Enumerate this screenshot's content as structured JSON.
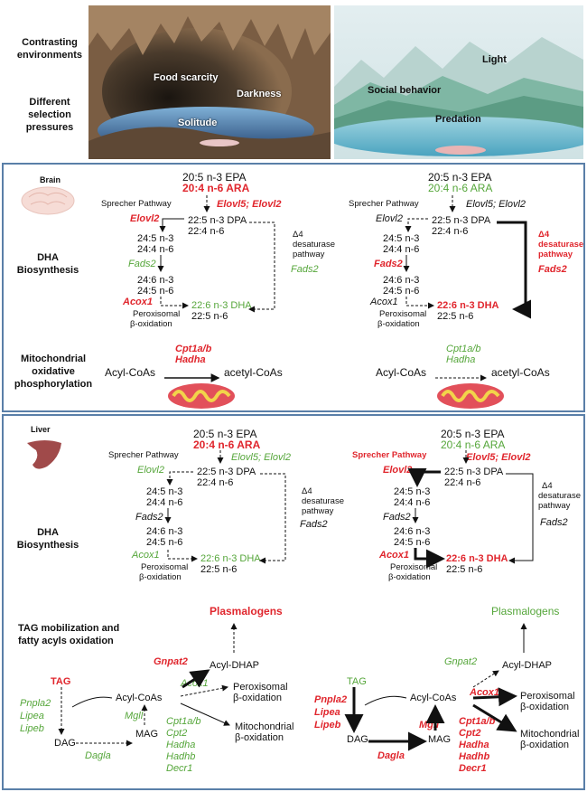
{
  "environments": {
    "row_label_1": "Contrasting environments",
    "row_label_2": "Different selection pressures",
    "cave": {
      "food": "Food scarcity",
      "dark": "Darkness",
      "solitude": "Solitude"
    },
    "surface": {
      "social": "Social behavior",
      "light": "Light",
      "predation": "Predation"
    }
  },
  "brain": {
    "organ": "Brain",
    "row_label": "DHA Biosynthesis",
    "mito_label": "Mitochondrial oxidative phosphorylation",
    "left": {
      "epa": "20:5 n-3 EPA",
      "ara": "20:4 n-6 ARA",
      "sprecher": "Sprecher Pathway",
      "elovl2": "Elovl2",
      "elovl5": "Elovl5; Elovl2",
      "dpa": "22:5 n-3 DPA",
      "dpa6": "22:4 n-6",
      "c24_5": "24:5 n-3",
      "c24_4": "24:4 n-6",
      "fads2_left": "Fads2",
      "c24_6": "24:6 n-3",
      "c24_5b": "24:5 n-6",
      "acox1": "Acox1",
      "perox1": "Peroxisomal",
      "perox2": "β-oxidation",
      "dha": "22:6 n-3 DHA",
      "dha6": "22:5 n-6",
      "d4_1": "Δ4",
      "d4_2": "desaturase",
      "d4_3": "pathway",
      "fads2_right": "Fads2",
      "cpt": "Cpt1a/b",
      "hadha": "Hadha",
      "acyl": "Acyl-CoAs",
      "acetyl": "acetyl-CoAs"
    },
    "right": {
      "epa": "20:5 n-3 EPA",
      "ara": "20:4 n-6 ARA",
      "sprecher": "Sprecher Pathway",
      "elovl2": "Elovl2",
      "elovl5": "Elovl5; Elovl2",
      "dpa": "22:5 n-3 DPA",
      "dpa6": "22:4 n-6",
      "c24_5": "24:5 n-3",
      "c24_4": "24:4 n-6",
      "fads2_left": "Fads2",
      "c24_6": "24:6 n-3",
      "c24_5b": "24:5 n-6",
      "acox1": "Acox1",
      "perox1": "Peroxisomal",
      "perox2": "β-oxidation",
      "dha": "22:6 n-3 DHA",
      "dha6": "22:5 n-6",
      "d4_1": "Δ4",
      "d4_2": "desaturase",
      "d4_3": "pathway",
      "fads2_right": "Fads2",
      "cpt": "Cpt1a/b",
      "hadha": "Hadha",
      "acyl": "Acyl-CoAs",
      "acetyl": "acetyl-CoAs"
    }
  },
  "liver": {
    "organ": "Liver",
    "row_label": "DHA Biosynthesis",
    "tag_label": "TAG mobilization and fatty acyls oxidation",
    "left": {
      "epa": "20:5 n-3 EPA",
      "ara": "20:4 n-6 ARA",
      "sprecher": "Sprecher Pathway",
      "elovl2": "Elovl2",
      "elovl5": "Elovl5; Elovl2",
      "dpa": "22:5 n-3 DPA",
      "dpa6": "22:4 n-6",
      "c24_5": "24:5 n-3",
      "c24_4": "24:4 n-6",
      "fads2_left": "Fads2",
      "c24_6": "24:6 n-3",
      "c24_5b": "24:5 n-6",
      "acox1": "Acox1",
      "perox1": "Peroxisomal",
      "perox2": "β-oxidation",
      "dha": "22:6 n-3 DHA",
      "dha6": "22:5 n-6",
      "d4_1": "Δ4",
      "d4_2": "desaturase",
      "d4_3": "pathway",
      "fads2_right": "Fads2",
      "plasmalogens": "Plasmalogens",
      "gnpat2": "Gnpat2",
      "acyldhap": "Acyl-DHAP",
      "tag": "TAG",
      "acylcoas": "Acyl-CoAs",
      "acox1b": "Acox1",
      "perox_b1": "Peroxisomal",
      "perox_b2": "β-oxidation",
      "pnpla2": "Pnpla2",
      "lipea": "Lipea",
      "lipeb": "Lipeb",
      "mgll": "Mgll",
      "dag": "DAG",
      "mag": "MAG",
      "dagla": "Dagla",
      "cpt1ab": "Cpt1a/b",
      "cpt2": "Cpt2",
      "hadha": "Hadha",
      "hadhb": "Hadhb",
      "decr1": "Decr1",
      "mito1": "Mitochondrial",
      "mito2": "β-oxidation"
    },
    "right": {
      "epa": "20:5 n-3 EPA",
      "ara": "20:4 n-6 ARA",
      "sprecher": "Sprecher Pathway",
      "elovl2": "Elovl2",
      "elovl5": "Elovl5; Elovl2",
      "dpa": "22:5 n-3 DPA",
      "dpa6": "22:4 n-6",
      "c24_5": "24:5 n-3",
      "c24_4": "24:4 n-6",
      "fads2_left": "Fads2",
      "c24_6": "24:6 n-3",
      "c24_5b": "24:5 n-6",
      "acox1": "Acox1",
      "perox1": "Peroxisomal",
      "perox2": "β-oxidation",
      "dha": "22:6 n-3 DHA",
      "dha6": "22:5 n-6",
      "d4_1": "Δ4",
      "d4_2": "desaturase",
      "d4_3": "pathway",
      "fads2_right": "Fads2",
      "plasmalogens": "Plasmalogens",
      "gnpat2": "Gnpat2",
      "acyldhap": "Acyl-DHAP",
      "tag": "TAG",
      "acylcoas": "Acyl-CoAs",
      "acox1b": "Acox1",
      "perox_b1": "Peroxisomal",
      "perox_b2": "β-oxidation",
      "pnpla2": "Pnpla2",
      "lipea": "Lipea",
      "lipeb": "Lipeb",
      "mgll": "Mgll",
      "dag": "DAG",
      "mag": "MAG",
      "dagla": "Dagla",
      "cpt1ab": "Cpt1a/b",
      "cpt2": "Cpt2",
      "hadha": "Hadha",
      "hadhb": "Hadhb",
      "decr1": "Decr1",
      "mito1": "Mitochondrial",
      "mito2": "β-oxidation"
    }
  },
  "colors": {
    "up": "#e0262d",
    "down": "#55a63a",
    "border": "#5a7fa8"
  }
}
